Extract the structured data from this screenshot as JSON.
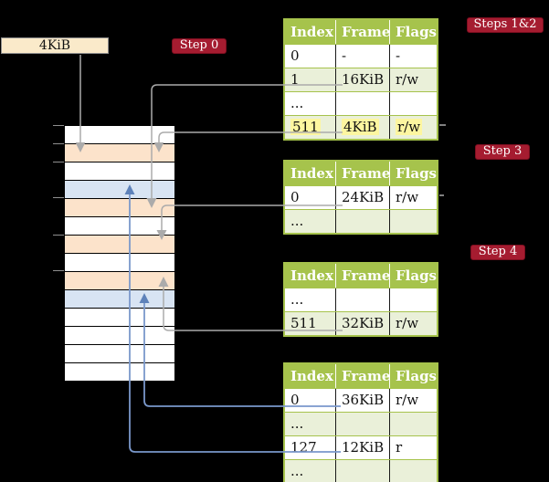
{
  "frame_label": {
    "text": "4KiB"
  },
  "badges": {
    "step0": "Step 0",
    "steps12": "Steps 1&2",
    "step3": "Step 3",
    "step4": "Step 4"
  },
  "tables": [
    {
      "name": "page-table-steps-1-2",
      "headers": [
        "Index",
        "Frame",
        "Flags"
      ],
      "rows": [
        {
          "cells": [
            "0",
            "-",
            "-"
          ],
          "shaded": false,
          "highlighted": false
        },
        {
          "cells": [
            "1",
            "16KiB",
            "r/w"
          ],
          "shaded": true,
          "highlighted": false
        },
        {
          "cells": [
            "...",
            "",
            ""
          ],
          "shaded": false,
          "highlighted": false
        },
        {
          "cells": [
            "511",
            "4KiB",
            "r/w"
          ],
          "shaded": true,
          "highlighted": true
        }
      ]
    },
    {
      "name": "page-table-step-3",
      "headers": [
        "Index",
        "Frame",
        "Flags"
      ],
      "rows": [
        {
          "cells": [
            "0",
            "24KiB",
            "r/w"
          ],
          "shaded": false,
          "highlighted": false
        },
        {
          "cells": [
            "...",
            "",
            ""
          ],
          "shaded": true,
          "highlighted": false
        }
      ]
    },
    {
      "name": "page-table-step-4",
      "headers": [
        "Index",
        "Frame",
        "Flags"
      ],
      "rows": [
        {
          "cells": [
            "...",
            "",
            ""
          ],
          "shaded": false,
          "highlighted": false
        },
        {
          "cells": [
            "511",
            "32KiB",
            "r/w"
          ],
          "shaded": true,
          "highlighted": false
        }
      ]
    },
    {
      "name": "page-table-bottom",
      "headers": [
        "Index",
        "Frame",
        "Flags"
      ],
      "rows": [
        {
          "cells": [
            "0",
            "36KiB",
            "r/w"
          ],
          "shaded": false,
          "highlighted": false
        },
        {
          "cells": [
            "...",
            "",
            ""
          ],
          "shaded": true,
          "highlighted": false
        },
        {
          "cells": [
            "127",
            "12KiB",
            "r"
          ],
          "shaded": false,
          "highlighted": false
        },
        {
          "cells": [
            "...",
            "",
            ""
          ],
          "shaded": true,
          "highlighted": false
        }
      ]
    }
  ],
  "memory_stack": {
    "rows": [
      "white",
      "peach",
      "white",
      "blue",
      "peach",
      "white",
      "peach",
      "white",
      "peach",
      "blue",
      "white",
      "white",
      "white",
      "white"
    ]
  },
  "colors": {
    "badge_red": "#A51C30",
    "badge_red_border": "#7E0E20",
    "table_green": "#A6C34C",
    "row_green": "#EAF0D9",
    "row_peach": "#FCE3CB",
    "row_blue": "#D8E4F3",
    "box_cream": "#FAEACA",
    "highlight_yellow": "#FDF6A0",
    "arrow_gray": "#ABABAB",
    "arrow_blue": "#7A98CB",
    "arrow_blue_head": "#5E82BA"
  }
}
